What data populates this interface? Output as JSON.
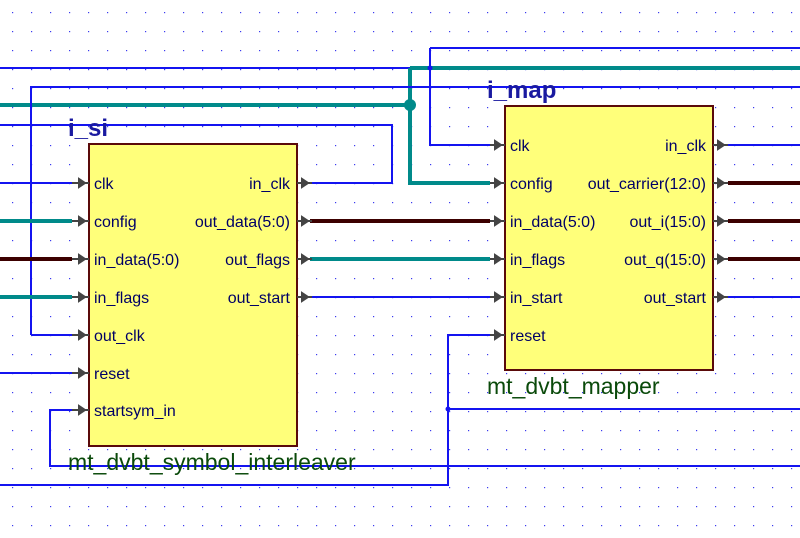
{
  "colors": {
    "wire": "#1414f0",
    "config_wire": "#008a8a",
    "bus_wire": "#3c0000",
    "block_fill": "#ffff7a"
  },
  "blocks": [
    {
      "instance": "i_si",
      "module": "mt_dvbt_symbol_interleaver",
      "inputs": [
        "clk",
        "config",
        "in_data(5:0)",
        "in_flags",
        "out_clk",
        "reset",
        "startsym_in"
      ],
      "outputs": [
        "in_clk",
        "out_data(5:0)",
        "out_flags",
        "out_start"
      ]
    },
    {
      "instance": "i_map",
      "module": "mt_dvbt_mapper",
      "inputs": [
        "clk",
        "config",
        "in_data(5:0)",
        "in_flags",
        "in_start",
        "reset"
      ],
      "outputs": [
        "in_clk",
        "out_carrier(12:0)",
        "out_i(15:0)",
        "out_q(15:0)",
        "out_start"
      ]
    }
  ]
}
